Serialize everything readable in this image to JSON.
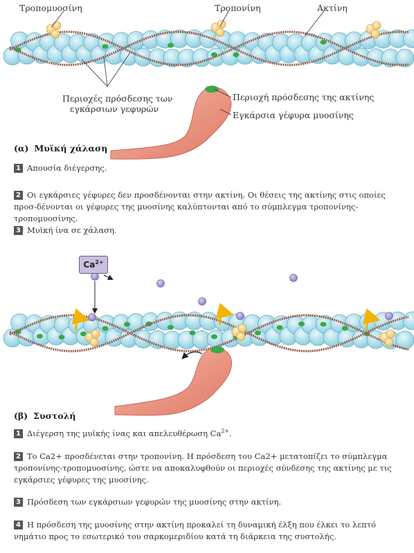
{
  "panel_a": {
    "labels": {
      "tropomyosin": "Τροπομυοσίνη",
      "troponin": "Τροπονίνη",
      "actin": "Ακτίνη",
      "binding_sites_line1": "Περιοχές πρόσδεσης των",
      "binding_sites_line2": "εγκάρσιων γεφυρών",
      "actin_binding_site": "Περιοχή πρόσδεσης της ακτίνης",
      "myosin_cross_bridge": "Εγκάρσια γέφυρα μυοσίνης"
    },
    "tag": "(α)",
    "title": "Μυϊκή χάλαση",
    "steps": [
      {
        "num": "1",
        "text": "Απουσία διέγερσης."
      },
      {
        "num": "2",
        "text": "Οι εγκάρσιες γέφυρες δεν προσδένονται στην ακτίνη. Οι θέσεις της ακτίνης στις οποίες προσ-δένονται οι γέφυρες της μυοσίνης καλύπτονται από το σύμπλεγμα τροπονίνης-τροπομυοσίνης."
      },
      {
        "num": "3",
        "text": "Μυϊκή ίνα σε χάλαση."
      }
    ]
  },
  "panel_b": {
    "ion_label": "Ca",
    "ion_charge": "2+",
    "tag": "(β)",
    "title": "Συστολή",
    "steps": [
      {
        "num": "1",
        "text": "Διέγερση της μυϊκής ίνας και απελευθέρωση Ca",
        "sup": "2+",
        "rest": "."
      },
      {
        "num": "2",
        "text": "Το Ca2+ προσδένεται στην τροπονίνη. Η πρόσδεση του Ca2+ μετατοπίζει το σύμπλεγμα τροπονίνης-τροπομυοσίνης, ώστε να αποκαλυφθούν οι περιοχές σύνδεσης της ακτίνης με τις εγκάρσιες γέφυρες της μυοσίνης."
      },
      {
        "num": "3",
        "text": "Πρόσδεση των εγκάρσιων γεφυρών της μυοσίνης στην ακτίνη."
      },
      {
        "num": "4",
        "text": "Η πρόσδεση της μυοσίνης στην ακτίνη προκαλεί τη δυναμική έλξη που έλκει το λεπτό νημάτιο προς το εσωτερικό του σαρκομεριδίου κατά τη διάρκεια της συστολής."
      }
    ]
  },
  "colors": {
    "actin_bead": "#aee0ec",
    "actin_outline": "#5aa9c0",
    "binding_site": "#3aa845",
    "tropomyosin": "#9a5a4a",
    "troponin": "#f4d28a",
    "myosin": "#e58a78",
    "calcium": "#9b8fc9",
    "arrow_yellow": "#f2b400"
  }
}
